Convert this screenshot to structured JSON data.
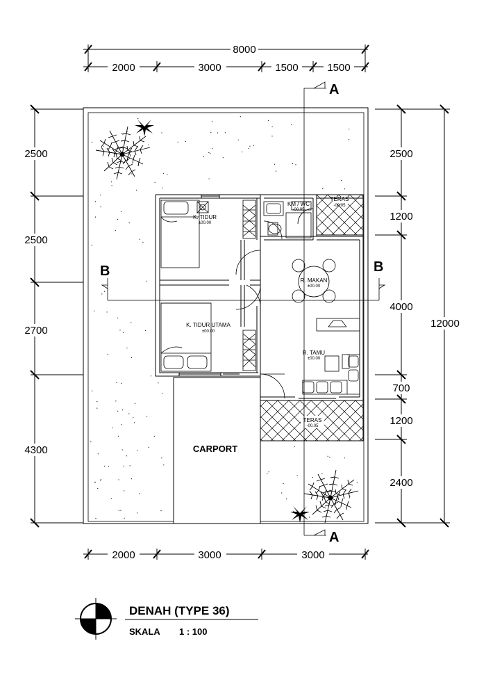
{
  "drawing": {
    "title": "DENAH (TYPE 36)",
    "scale_label": "SKALA",
    "scale_value": "1 : 100"
  },
  "dimensions": {
    "top_total": "8000",
    "top_row": [
      "2000",
      "3000",
      "1500",
      "1500"
    ],
    "bottom_row": [
      "2000",
      "3000",
      "3000"
    ],
    "left_column": [
      "2500",
      "2500",
      "2700",
      "4300"
    ],
    "right_column": [
      "2500",
      "1200",
      "4000",
      "700",
      "1200",
      "2400"
    ],
    "right_total": "12000"
  },
  "rooms": {
    "k_tidur": {
      "name": "K. TIDUR",
      "level": "±00.00"
    },
    "km_wc": {
      "name": "KM / WC",
      "level": "-00.05"
    },
    "teras_top": {
      "name": "TERAS",
      "level": "-00.05"
    },
    "r_makan": {
      "name": "R. MAKAN",
      "level": "±00.00"
    },
    "k_tidur_utama": {
      "name": "K. TIDUR UTAMA",
      "level": "±00.00"
    },
    "r_tamu": {
      "name": "R. TAMU",
      "level": "±00.00"
    },
    "teras_bottom": {
      "name": "TERAS",
      "level": "-00.05"
    },
    "carport": {
      "name": "CARPORT"
    }
  },
  "section_markers": {
    "a": "A",
    "b": "B"
  }
}
